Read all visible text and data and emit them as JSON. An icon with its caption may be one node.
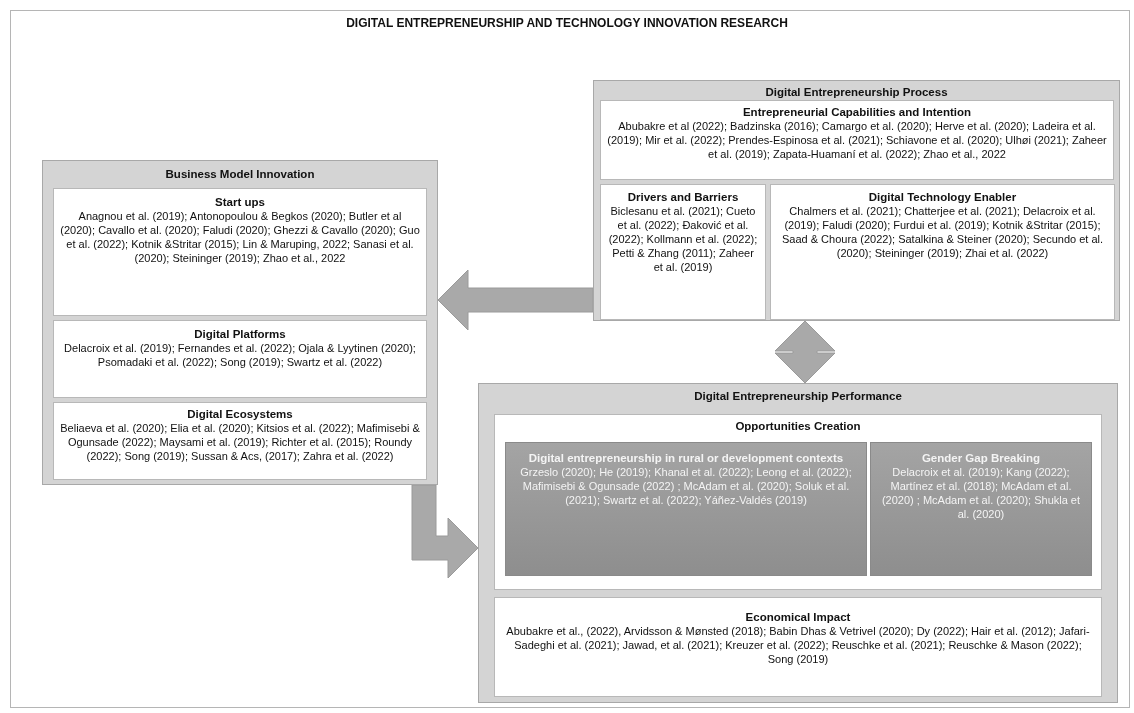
{
  "diagram": {
    "title": "DIGITAL ENTREPRENEURSHIP AND TECHNOLOGY INNOVATION RESEARCH",
    "nodes": [
      {
        "text": [
          "Digital Entrepreneurship Process"
        ]
      },
      {
        "text": [
          "Entrepreneurial Capabilities and Intention",
          "Abubakre et al (2022); Badzinska (2016); Camargo et al. (2020); Herve et al. (2020); Ladeira et al. (2019); Mir et al. (2022); Prendes-Espinosa et al. (2021); Schiavone et al. (2020); Ulhøi (2021); Zaheer et al. (2019); Zapata-Huamaní et al. (2022); Zhao et al., 2022"
        ],
        "in": 0
      },
      {
        "text": [
          "Drivers and Barriers",
          "Biclesanu et al. (2021); Cueto et al. (2022); Đaković et al. (2022); Kollmann et al. (2022); Petti & Zhang (2011); Zaheer et al. (2019)"
        ],
        "in": 0
      },
      {
        "text": [
          "Digital Technology Enabler",
          "Chalmers et al. (2021); Chatterjee et al. (2021); Delacroix et al. (2019); Faludi (2020); Furdui et al. (2019); Kotnik &Stritar (2015); Saad & Choura (2022); Satalkina & Steiner (2020); Secundo et al. (2020); Steininger (2019); Zhai et al. (2022)"
        ],
        "in": 0
      },
      {
        "text": [
          "Business Model Innovation"
        ]
      },
      {
        "text": [
          "Start ups",
          "Anagnou et al. (2019); Antonopoulou & Begkos (2020); Butler et al (2020); Cavallo et al. (2020); Faludi (2020); Ghezzi & Cavallo (2020); Guo et al. (2022); Kotnik &Stritar (2015); Lin & Maruping, 2022; Sanasi et al. (2020); Steininger (2019); Zhao et al., 2022"
        ],
        "in": 4
      },
      {
        "text": [
          "Digital Platforms",
          "Delacroix et al. (2019); Fernandes et al. (2022); Ojala & Lyytinen (2020); Psomadaki et al. (2022); Song (2019); Swartz et al. (2022)"
        ],
        "in": 4
      },
      {
        "text": [
          "Digital Ecosystems",
          "Beliaeva et al. (2020); Elia et al. (2020); Kitsios  et al. (2022); Mafimisebi & Ogunsade (2022); Maysami et al. (2019); Richter et al. (2015); Roundy (2022); Song (2019); Sussan & Acs, (2017); Zahra et al. (2022)"
        ],
        "in": 4
      },
      {
        "text": [
          "Digital Entrepreneurship Performance"
        ]
      },
      {
        "text": [
          "Opportunities Creation"
        ],
        "in": 8
      },
      {
        "text": [
          "Digital entrepreneurship in rural or development contexts",
          "Grzeslo (2020); He (2019); Khanal et al. (2022); Leong et al. (2022); Mafimisebi & Ogunsade (2022) ; McAdam et al. (2020); Soluk et al. (2021); Swartz et al. (2022); Yáñez-Valdés (2019)"
        ],
        "in": 9
      },
      {
        "text": [
          "Gender Gap Breaking",
          "Delacroix et al. (2019); Kang (2022); Martínez et al. (2018); McAdam et al. (2020) ; McAdam et al. (2020); Shukla et al. (2020)"
        ],
        "in": 9
      },
      {
        "text": [
          "Economical Impact",
          "Abubakre et al., (2022), Arvidsson & Mønsted (2018); Babin Dhas & Vetrivel (2020); Dy  (2022); Hair et al. (2012); Jafari-Sadeghi et al. (2021); Jawad, et al. (2021); Kreuzer et al. (2022); Reuschke et al. (2021); Reuschke & Mason (2022); Song (2019)"
        ],
        "in": 8
      }
    ],
    "edges": [
      {
        "from": 0,
        "to": 4,
        "arrow": "to"
      },
      {
        "from": 0,
        "to": 8,
        "arrow": "both"
      },
      {
        "from": 4,
        "to": 8,
        "arrow": "to"
      }
    ]
  }
}
